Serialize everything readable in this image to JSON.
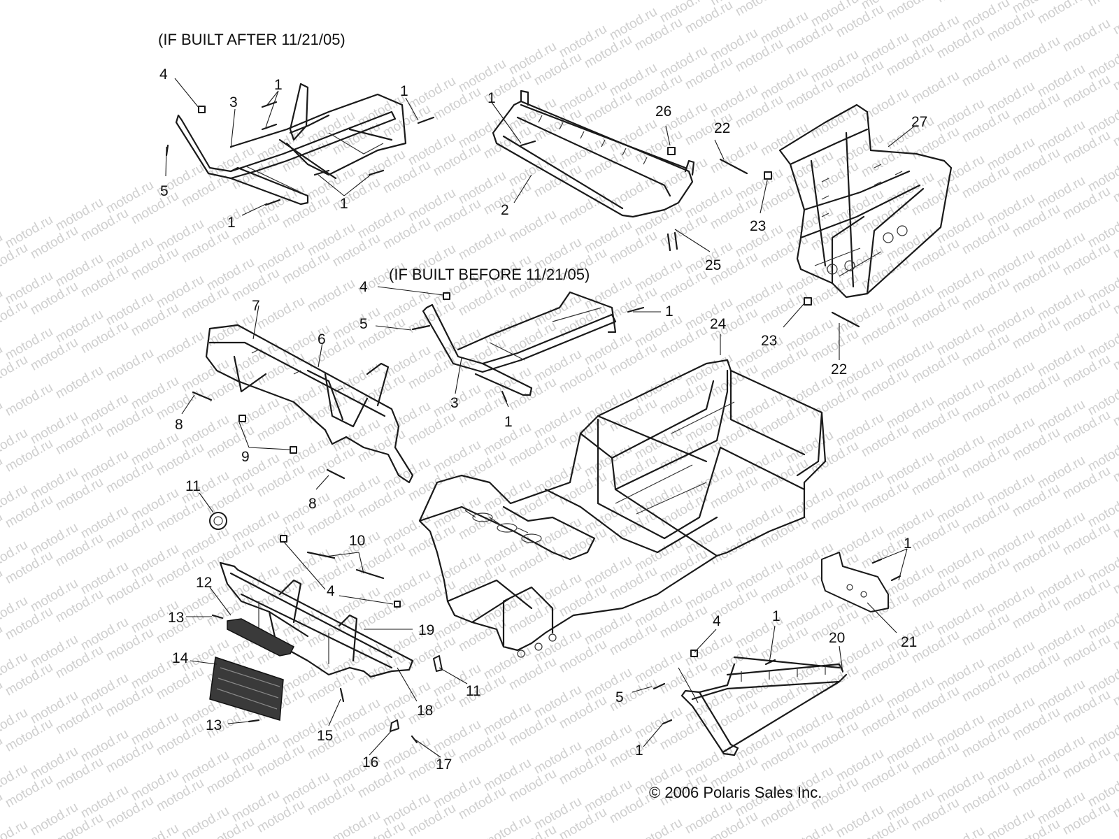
{
  "captions": {
    "after": "(IF BUILT AFTER 11/21/05)",
    "before": "(IF BUILT BEFORE 11/21/05)",
    "copyright": "© 2006 Polaris Sales Inc."
  },
  "watermark_text": "motod.ru",
  "callouts": [
    {
      "n": "4"
    },
    {
      "n": "1"
    },
    {
      "n": "3"
    },
    {
      "n": "1"
    },
    {
      "n": "1"
    },
    {
      "n": "26"
    },
    {
      "n": "22"
    },
    {
      "n": "27"
    },
    {
      "n": "5"
    },
    {
      "n": "1"
    },
    {
      "n": "1"
    },
    {
      "n": "2"
    },
    {
      "n": "23"
    },
    {
      "n": "25"
    },
    {
      "n": "4"
    },
    {
      "n": "1"
    },
    {
      "n": "7"
    },
    {
      "n": "5"
    },
    {
      "n": "6"
    },
    {
      "n": "24"
    },
    {
      "n": "23"
    },
    {
      "n": "22"
    },
    {
      "n": "3"
    },
    {
      "n": "8"
    },
    {
      "n": "1"
    },
    {
      "n": "9"
    },
    {
      "n": "8"
    },
    {
      "n": "11"
    },
    {
      "n": "10"
    },
    {
      "n": "4"
    },
    {
      "n": "12"
    },
    {
      "n": "1"
    },
    {
      "n": "13"
    },
    {
      "n": "19"
    },
    {
      "n": "4"
    },
    {
      "n": "1"
    },
    {
      "n": "20"
    },
    {
      "n": "21"
    },
    {
      "n": "14"
    },
    {
      "n": "11"
    },
    {
      "n": "5"
    },
    {
      "n": "18"
    },
    {
      "n": "13"
    },
    {
      "n": "15"
    },
    {
      "n": "1"
    },
    {
      "n": "16"
    },
    {
      "n": "17"
    }
  ]
}
